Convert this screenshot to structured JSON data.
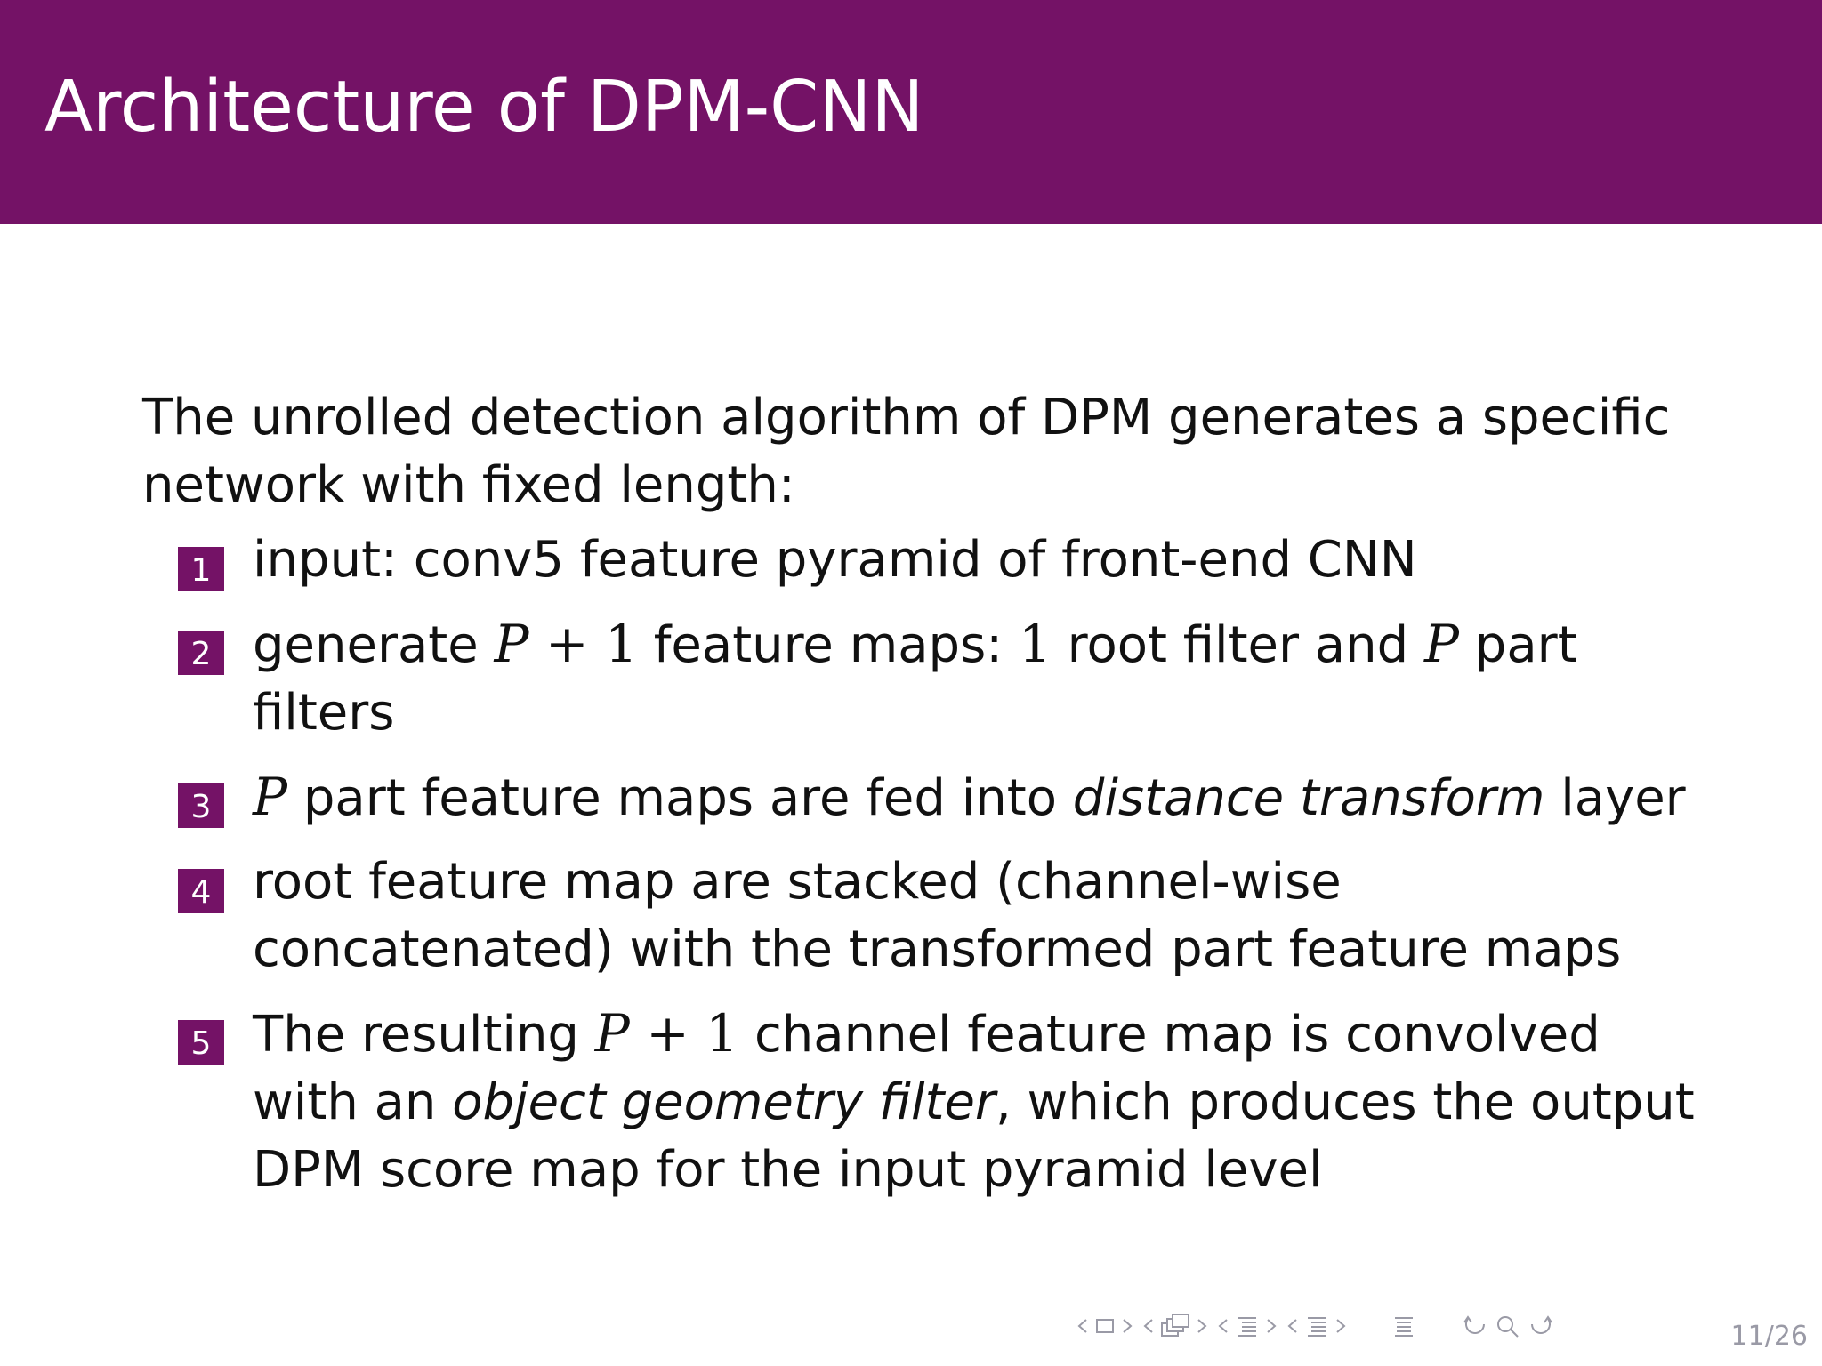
{
  "title": "Architecture of DPM-CNN",
  "intro": "The unrolled detection algorithm of DPM generates a specific network with fixed length:",
  "items": [
    {
      "num": "1",
      "parts": [
        "input: conv5 feature pyramid of front-end CNN"
      ]
    },
    {
      "num": "2",
      "parts": [
        "generate ",
        "P",
        " + 1",
        " feature maps: ",
        "1",
        " root filter and ",
        "P",
        " part filters"
      ]
    },
    {
      "num": "3",
      "parts": [
        "P",
        " part feature maps are fed into ",
        "distance transform",
        " layer"
      ]
    },
    {
      "num": "4",
      "parts": [
        "root feature map are stacked (channel-wise concatenated) with the transformed part feature maps"
      ]
    },
    {
      "num": "5",
      "parts": [
        "The resulting ",
        "P",
        " + 1",
        " channel feature map is convolved with an ",
        "object geometry filter",
        ", which produces the output DPM score map for the input pyramid level"
      ]
    }
  ],
  "navigation": {
    "icons": [
      "frame-prev-icon",
      "frame-icon",
      "frame-next-icon",
      "subsection-prev-icon",
      "subsection-icon",
      "subsection-next-icon",
      "section-prev-icon",
      "section-icon",
      "section-next-icon",
      "slide-prev-icon",
      "slide-icon",
      "slide-next-icon",
      "document-icon",
      "back-icon",
      "search-icon",
      "forward-icon"
    ],
    "page": "11/26"
  },
  "colors": {
    "accent": "#741266",
    "background": "#ffffff",
    "text": "#111111",
    "nav": "#9a9aa6"
  }
}
